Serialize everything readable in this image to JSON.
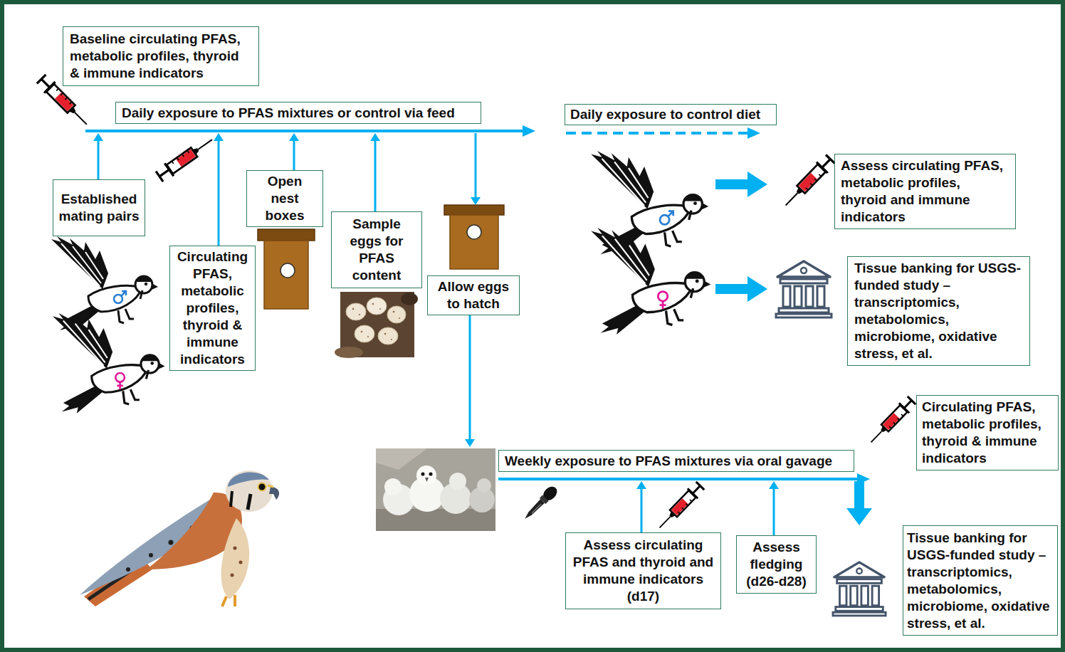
{
  "diagram": {
    "nodes": [
      {
        "text": [
          "Baseline circulating PFAS, metabolic profiles, thyroid & immune indicators"
        ]
      },
      {
        "text": [
          "Daily exposure to PFAS mixtures or control via feed"
        ]
      },
      {
        "text": [
          "Daily exposure to control diet"
        ]
      },
      {
        "text": [
          "Established mating pairs"
        ]
      },
      {
        "text": [
          "Circulating PFAS, metabolic profiles, thyroid & immune indicators"
        ]
      },
      {
        "text": [
          "Open nest boxes"
        ]
      },
      {
        "text": [
          "Sample eggs for PFAS content"
        ]
      },
      {
        "text": [
          "Allow eggs to hatch"
        ]
      },
      {
        "text": [
          "Assess circulating PFAS, metabolic profiles, thyroid and immune indicators"
        ]
      },
      {
        "text": [
          "Tissue banking for USGS-funded study – transcriptomics, metabolomics, microbiome, oxidative stress, et al."
        ]
      },
      {
        "text": [
          "Circulating PFAS, metabolic profiles, thyroid & immune indicators"
        ]
      },
      {
        "text": [
          "Weekly exposure to PFAS mixtures via oral gavage"
        ]
      },
      {
        "text": [
          "Assess circulating PFAS and thyroid and immune indicators (d17)"
        ]
      },
      {
        "text": [
          "Assess fledging (d26-d28)"
        ]
      },
      {
        "text": [
          "Tissue banking for USGS-funded study – transcriptomics, metabolomics, microbiome, oxidative stress, et al."
        ]
      }
    ],
    "edges": [
      {
        "from": 3,
        "to": 1,
        "arrow": "to"
      },
      {
        "from": 4,
        "to": 1,
        "arrow": "to"
      },
      {
        "from": 5,
        "to": 1,
        "arrow": "to"
      },
      {
        "from": 6,
        "to": 1,
        "arrow": "to"
      },
      {
        "from": 1,
        "to": 7,
        "arrow": "to"
      },
      {
        "from": 7,
        "to": 11,
        "arrow": "to"
      },
      {
        "from": 12,
        "to": 11,
        "arrow": "to"
      },
      {
        "from": 13,
        "to": 11,
        "arrow": "to"
      },
      {
        "from": 11,
        "to": 14,
        "arrow": "to"
      }
    ]
  }
}
